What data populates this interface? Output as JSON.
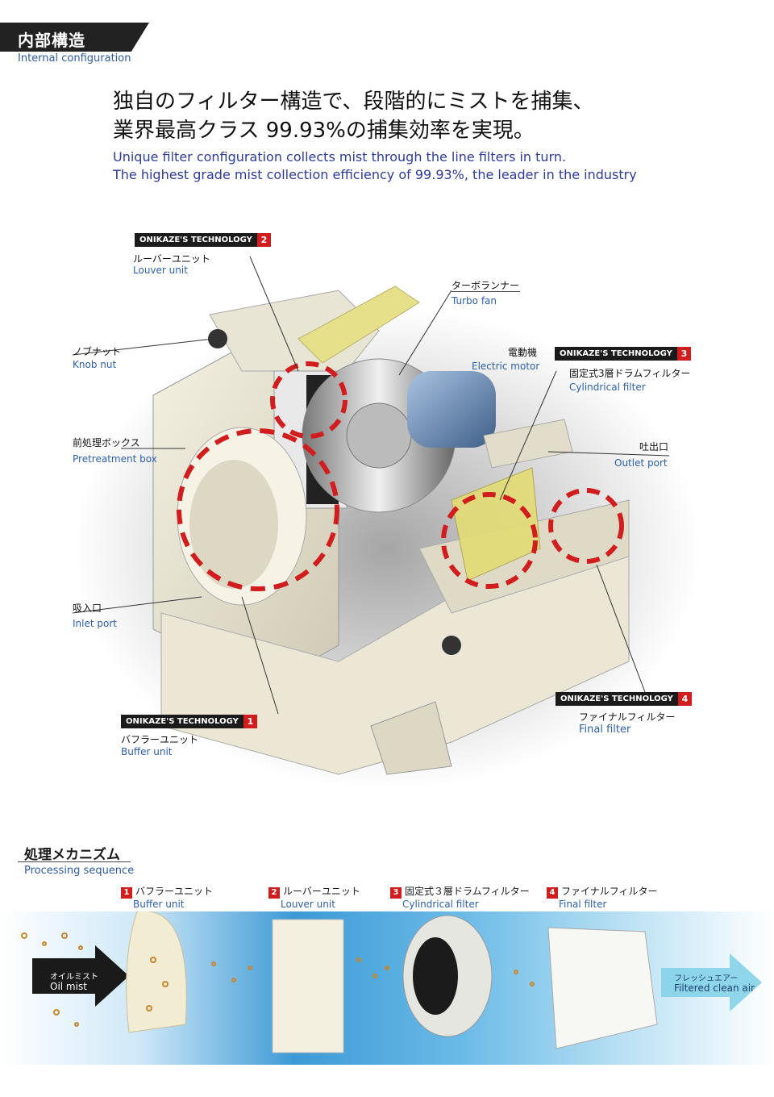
{
  "section1": {
    "title_jp": "内部構造",
    "title_en": "Internal configuration"
  },
  "headline": {
    "jp_line1": "独自のフィルター構造で、段階的にミストを捕集、",
    "jp_line2": "業界最高クラス 99.93%の捕集効率を実現。",
    "en_line1": "Unique filter configuration collects mist through the line filters in turn.",
    "en_line2": "The highest grade mist collection efficiency of 99.93%, the leader in the industry"
  },
  "diagram": {
    "badge_text": "ONIKAZE'S TECHNOLOGY",
    "parts": {
      "louver": {
        "num": "2",
        "jp": "ルーバーユニット",
        "en": "Louver unit"
      },
      "turbo": {
        "jp": "ターボランナー",
        "en": "Turbo fan"
      },
      "knob": {
        "jp": "ノブナット",
        "en": "Knob nut"
      },
      "motor": {
        "jp": "電動機",
        "en": "Electric motor"
      },
      "cylindrical": {
        "num": "3",
        "jp": "固定式3層ドラムフィルター",
        "en": "Cylindrical filter"
      },
      "pretreatment": {
        "jp": "前処理ボックス",
        "en": "Pretreatment box"
      },
      "outlet": {
        "jp": "吐出口",
        "en": "Outlet port"
      },
      "inlet": {
        "jp": "吸入口",
        "en": "Inlet port"
      },
      "final": {
        "num": "4",
        "jp": "ファイナルフィルター",
        "en": "Final filter"
      },
      "buffer": {
        "num": "1",
        "jp": "バフラーユニット",
        "en": "Buffer unit"
      }
    }
  },
  "section2": {
    "title_jp": "処理メカニズム",
    "title_en": "Processing sequence"
  },
  "sequence": {
    "steps": [
      {
        "num": "1",
        "jp": "バフラーユニット",
        "en": "Buffer unit"
      },
      {
        "num": "2",
        "jp": "ルーバーユニット",
        "en": "Louver unit"
      },
      {
        "num": "3",
        "jp": "固定式３層ドラムフィルター",
        "en": "Cylindrical filter"
      },
      {
        "num": "4",
        "jp": "ファイナルフィルター",
        "en": "Final filter"
      }
    ],
    "input_jp": "オイルミスト",
    "input_en": "Oil mist",
    "output_jp": "フレッシュエアー",
    "output_en": "Filtered clean air"
  },
  "colors": {
    "accent_red": "#d11d1d",
    "headline_blue": "#2d3a9c",
    "label_blue": "#2b5fb0",
    "band_blue": "#3d9ad6"
  }
}
